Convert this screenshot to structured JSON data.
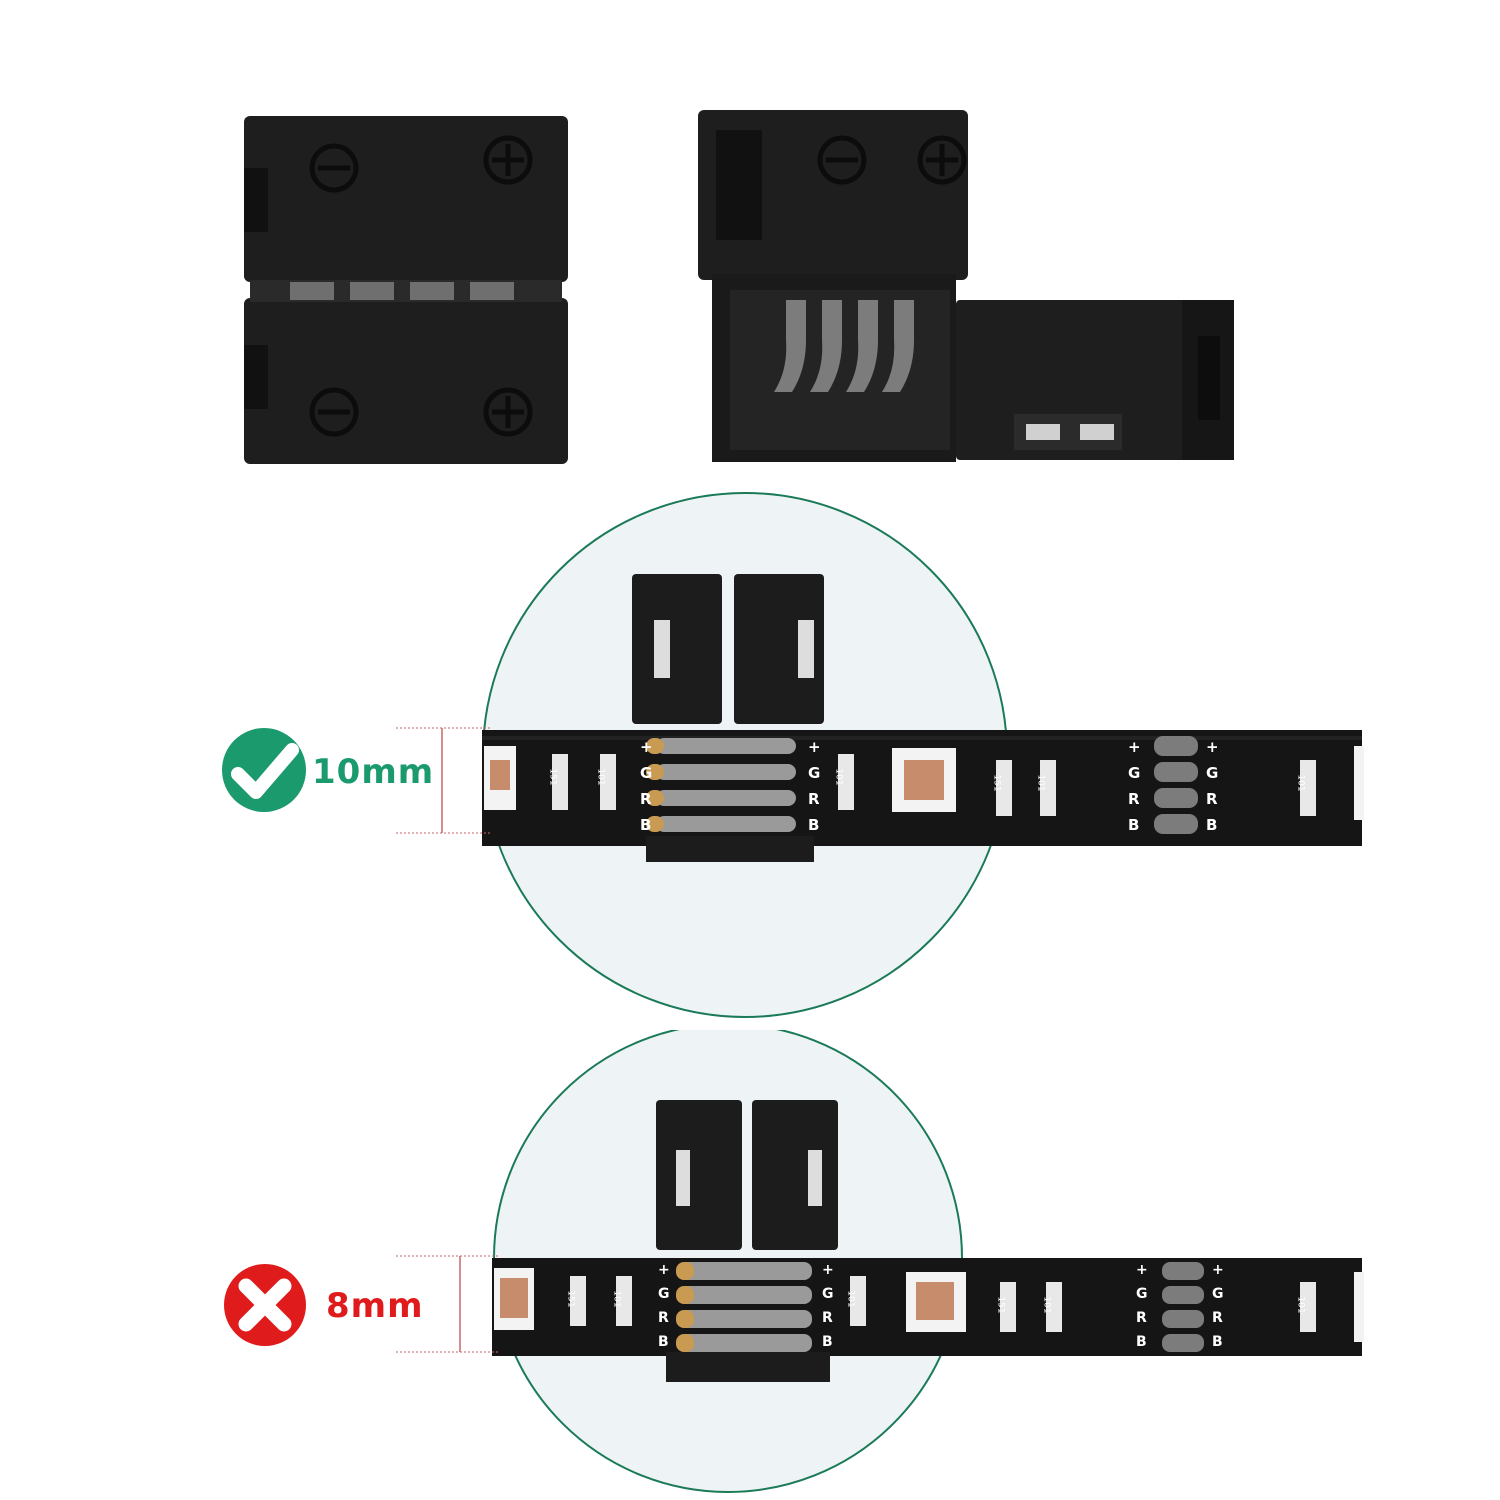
{
  "colors": {
    "background": "#ffffff",
    "good": "#1b9a6e",
    "bad": "#e01b1b",
    "circle_outline": "#1b7a57",
    "connector_black": "#1c1c1c",
    "strip_black": "#141414",
    "contact_metal": "#8a8a8a",
    "solder_gold": "#c89a52"
  },
  "icons": {
    "good": "checkmark-icon",
    "bad": "x-mark-icon"
  },
  "strip_marks": {
    "pads": [
      "+",
      "G",
      "R",
      "B"
    ],
    "resistor_a": "151",
    "resistor_b": "101"
  },
  "comparison": {
    "correct": {
      "label": "10mm"
    },
    "incorrect": {
      "label": "8mm"
    }
  }
}
